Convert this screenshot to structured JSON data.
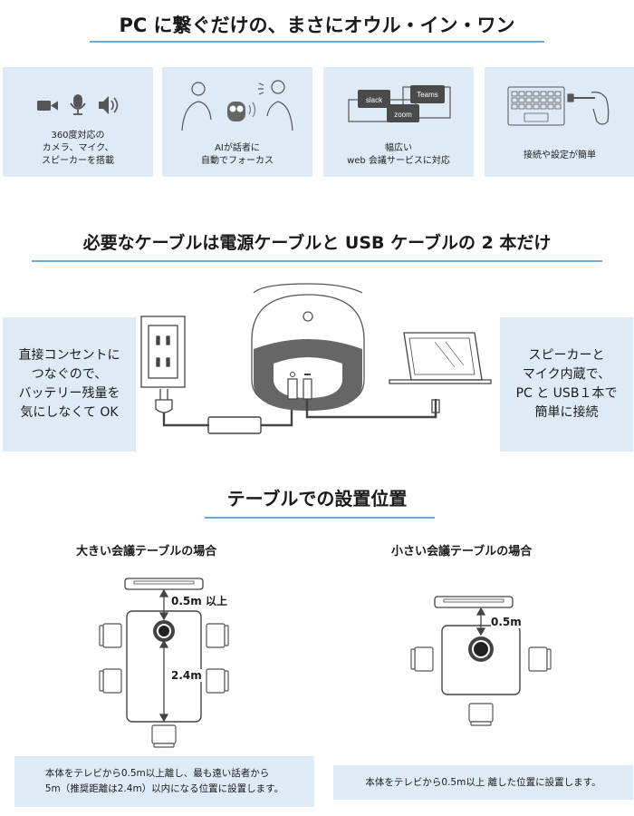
{
  "section1": {
    "title": "PC に繋ぐだけの、まさにオウル・イン・ワン",
    "features": [
      {
        "caption": "360度対応の\nカメラ、マイク、\nスピーカーを搭載",
        "icons": [
          "camera-icon",
          "microphone-icon",
          "speaker-icon"
        ]
      },
      {
        "caption": "AIが話者に\n自動でフォーカス",
        "icons": [
          "person-left-icon",
          "owl-device-icon",
          "person-speaking-icon"
        ]
      },
      {
        "caption": "幅広い\nweb 会議サービスに対応",
        "services": [
          "slack",
          "Teams",
          "zoom"
        ]
      },
      {
        "caption": "接続や設定が簡単",
        "icons": [
          "laptop-keyboard-icon",
          "usb-plug-hand-icon"
        ]
      }
    ]
  },
  "section2": {
    "title": "必要なケーブルは電源ケーブルと USB ケーブルの 2 本だけ",
    "left_note": "直接コンセントに\nつなぐので、\nバッテリー残量を\n気にしなくて OK",
    "right_note": "スピーカーと\nマイク内蔵で、\nPC と USB１本で\n簡単に接続"
  },
  "section3": {
    "title": "テーブルでの設置位置",
    "large": {
      "title": "大きい会議テーブルの場合",
      "distance_min": "0.5m 以上",
      "distance_far": "2.4m",
      "note": "本体をテレビから0.5m以上離し、最も遠い話者から\n5m（推奨距離は2.4m）以内になる位置に設置します。"
    },
    "small": {
      "title": "小さい会議テーブルの場合",
      "distance_min": "0.5m",
      "note": "本体をテレビから0.5m以上 離した位置に設置します。"
    }
  },
  "colors": {
    "panel": "#deebf7",
    "underline": "#6fa8d8",
    "device_gray": "#666666"
  }
}
